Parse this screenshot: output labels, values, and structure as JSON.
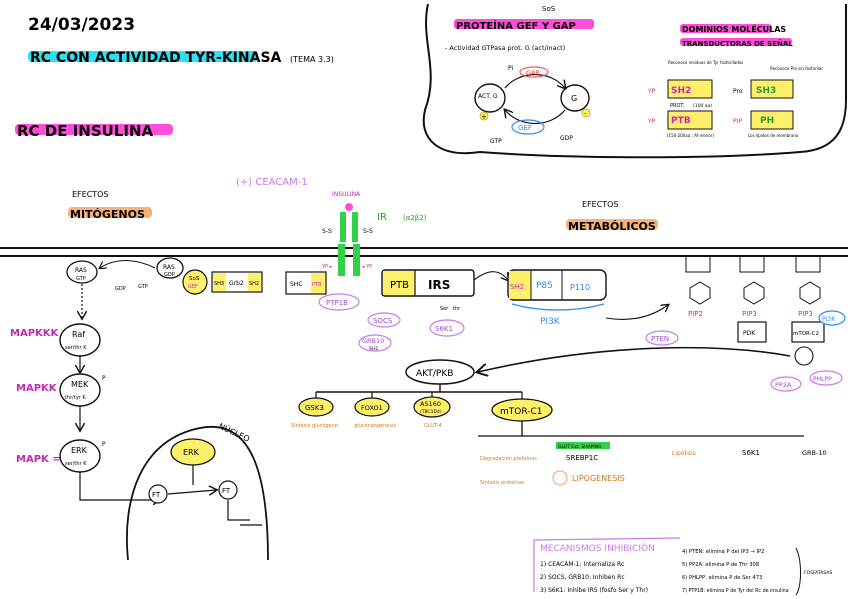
{
  "header": {
    "date": "24/03/2023",
    "title": "RC CON ACTIVIDAD TYR-KINASA",
    "tema": "(TEMA 3.3)",
    "subtitle": "RC DE INSULINA"
  },
  "gef_box": {
    "top_note": "SoS",
    "title": "PROTEÍNA GEF Y GAP",
    "note": "- Actividad GTPasa prot. G (act/inact)",
    "pi": "Pi",
    "gap": "GAP",
    "gef": "GEF",
    "act_g": "ACT. G",
    "inact_g": "G",
    "gtp": "GTP",
    "gdp": "GDP",
    "plus": "+",
    "minus": "-",
    "dominios_title_1": "DOMINIOS MOLÉCULAS",
    "dominios_title_2": "TRANSDUCTORAS DE SEÑAL",
    "sh2": "SH2",
    "sh3": "SH3",
    "ptb": "PTB",
    "ph": "PH",
    "pro": "Pro",
    "yp": "YP",
    "pip": "PIP",
    "prot_note": "PROT.",
    "aa_note": "(100 aa)",
    "aa_note2": "(150-200aa ; Af menor)",
    "note_sh2": "Reconoce residuos de Tyr fosforilados",
    "note_sh3": "Reconoce Pro sin fosforilar",
    "note_ph": "Los lípidos de membrana"
  },
  "left": {
    "efectos": "EFECTOS",
    "mitogenos": "MITÓGENOS",
    "ras1": "RAS",
    "ras2": "RAS",
    "gtp": "GTP",
    "gdp": "GDP",
    "sos": "SoS",
    "gef": "GEF",
    "grb2": "Grb2",
    "sh3a": "SH3",
    "sh3b": "SH2",
    "shc": "SHC",
    "ptb": "PTB",
    "mapkkk": "MAPKKK =",
    "mapkk": "MAPKK =",
    "mapk": "MAPK =",
    "raf": "Raf",
    "raf_sub": "ser/thr K",
    "mek": "MEK",
    "mek_sub": "thr/tyr K",
    "erk": "ERK",
    "erk_sub": "ser/thr K",
    "nucleo": "NÚCLEO",
    "erk_nuc": "ERK",
    "ft": "FT",
    "ft2": "FT",
    "p": "P"
  },
  "center": {
    "ceacam": "(+) CEACAM-1",
    "insulina": "INSULINA",
    "ir": "IR",
    "ir_sub": "(α2β2)",
    "ss": "S-S",
    "ptb": "PTB",
    "irs": "IRS",
    "ptp1b": "PTP1B",
    "socs": "SOCS",
    "grb10": "GRB10",
    "grb10_sub": "SH2",
    "s6k1": "S6K1",
    "ser": "Ser",
    "thr": "thr",
    "akt": "AKT/PKB",
    "gsk3": "GSK3",
    "foxo1": "FOXO1",
    "as160": "AS160",
    "as160_sub": "(TBC1D4)",
    "mtor": "mTOR-C1",
    "gsk_note": "Síntesis glucógeno",
    "foxo_note": "gluconeogénesis",
    "as_note": "GLUT-4",
    "mtor_note1": "Degradación proteínas",
    "mtor_note2": "Síntesis proteínas",
    "srebp": "SREBP1C",
    "srebp_note": "GLUT Ext. SHAPING",
    "lipo": "LIPOGÉNESIS",
    "lipolisis": "Lipólisis",
    "s6k1b": "S6K1",
    "grb10b": "GRB-10"
  },
  "right": {
    "efectos": "EFECTOS",
    "metabolicos": "METABÓLICOS",
    "sh2": "SH2",
    "p85": "P85",
    "p110": "P110",
    "pi3k": "PI3K",
    "pip2": "PIP2",
    "pip3a": "PIP3",
    "pip3b": "PIP3",
    "pten": "PTEN",
    "pdk": "PDK",
    "mtorc2": "mTOR-C2",
    "pp2a": "PP2A",
    "phlpp": "PHLPP",
    "pi3k2": "PI3K"
  },
  "mechanisms": {
    "title": "MECANISMOS INHIBICIÓN",
    "m1": "1) CEACAM-1: Internaliza Rc",
    "m2": "2) SOCS, GRB10: Inhiben Rc",
    "m3": "3) S6K1: Inhibe IRS (fosfo Ser y Thr)",
    "m4": "4) PTEN: elimina P del IP3 → IP2",
    "m5": "5) PP2A: elimina P de Thr 308",
    "m6": "6) PHLPP: elimina P de Ser 473",
    "m7": "7) PTP1B: elimina P de Tyr del Rc de insulina",
    "fosfatasas": "FOSFATASAS"
  },
  "colors": {
    "pink": "#ff4fd8",
    "cyan": "#2ee0f0",
    "orange": "#f7b27a",
    "yellow": "#fff06a",
    "green": "#35d04a",
    "purple": "#c77ce8",
    "blue": "#2d8cf0",
    "red": "#f25a5a"
  }
}
